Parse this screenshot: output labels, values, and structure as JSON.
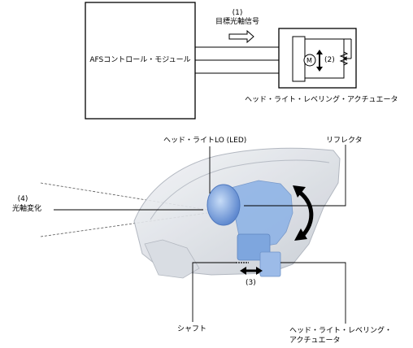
{
  "top_diagram": {
    "afs_module_label": "AFSコントロール・モジュール",
    "signal_number": "(1)",
    "signal_label": "目標光軸信号",
    "motor_symbol": "M",
    "motion_number": "(2)",
    "actuator_label": "ヘッド・ライト・レベリング・アクチュエータ"
  },
  "bottom_diagram": {
    "lamp_label": "ヘッド・ライトLO (LED)",
    "reflector_label": "リフレクタ",
    "axis_change_number": "(4)",
    "axis_change_label": "光軸変化",
    "shaft_motion_number": "(3)",
    "shaft_label": "シャフト",
    "actuator_label_line1": "ヘッド・ライト・レベリング・",
    "actuator_label_line2": "アクチュエータ"
  },
  "colors": {
    "line": "#000000",
    "housing_gray": "#c9ced6",
    "reflector_blue": "#8fb4e6",
    "lens_blue": "#6d95d8"
  }
}
